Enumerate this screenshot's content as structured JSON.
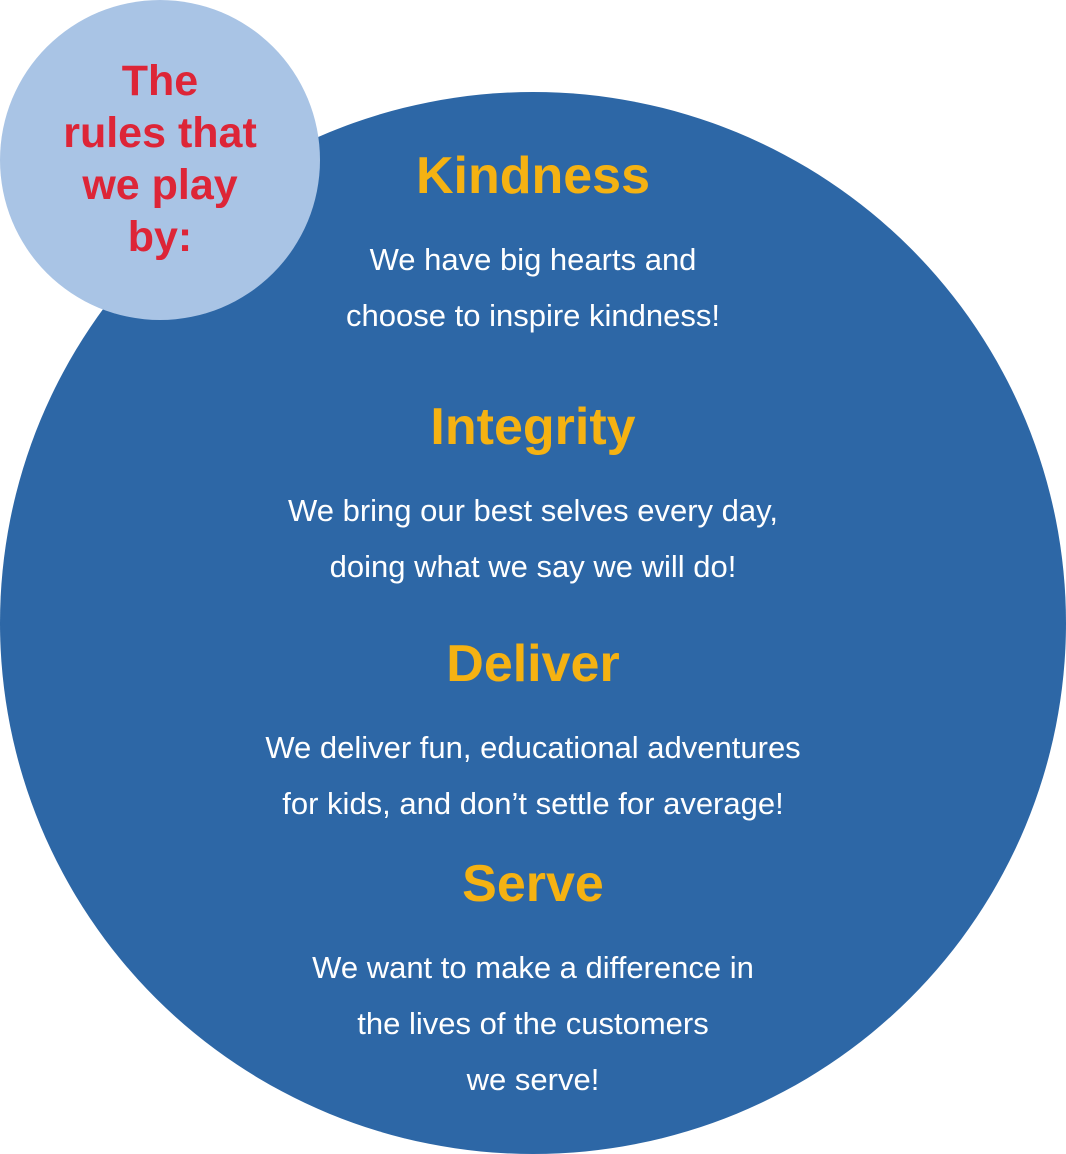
{
  "badge": {
    "lines": [
      "The",
      "rules that",
      "we play",
      "by:"
    ]
  },
  "values": [
    {
      "title": "Kindness",
      "lines": [
        "We have big hearts and",
        "choose to inspire kindness!"
      ]
    },
    {
      "title": "Integrity",
      "lines": [
        "We bring our best selves every day,",
        "doing what we say we will do!"
      ]
    },
    {
      "title": "Deliver",
      "lines": [
        "We deliver fun, educational adventures",
        "for kids, and don’t settle for average!"
      ]
    },
    {
      "title": "Serve",
      "lines": [
        "We want to make a difference in",
        "the lives of the customers",
        "we serve!"
      ]
    }
  ],
  "colors": {
    "big_circle": "#2d67a6",
    "small_circle": "#a9c4e5",
    "badge_text": "#dd2537",
    "title_text": "#f5b212",
    "body_text": "#ffffff"
  }
}
